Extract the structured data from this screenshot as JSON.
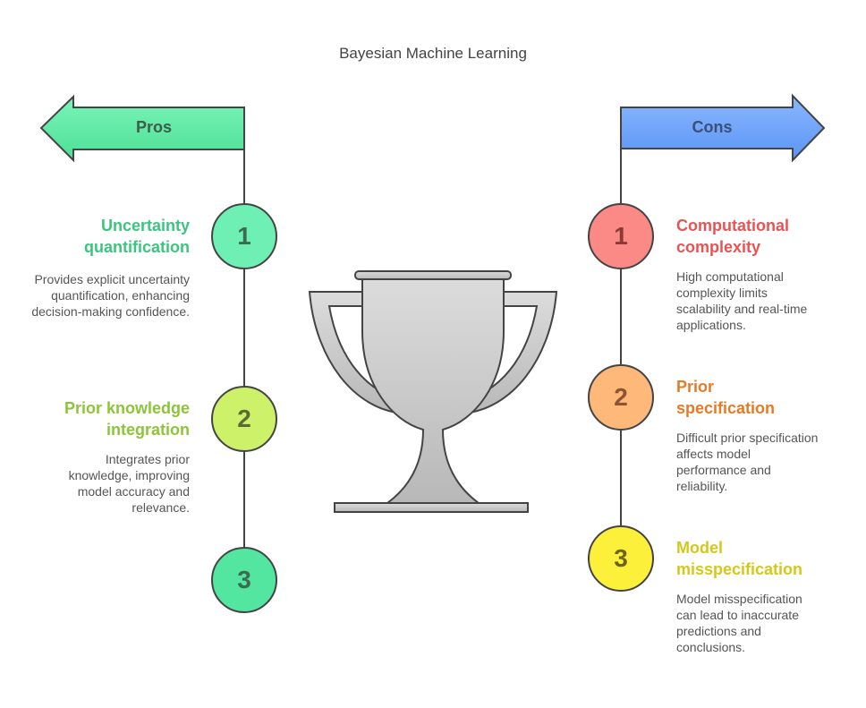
{
  "title": "Bayesian Machine Learning",
  "pros": {
    "label": "Pros",
    "items": [
      {
        "num": "1",
        "title": "Uncertainty quantification",
        "desc": "Provides explicit uncertainty quantification, enhancing decision-making confidence.",
        "color": "#3ec47e",
        "fill": "#6ef0b4"
      },
      {
        "num": "2",
        "title": "Prior knowledge integration",
        "desc": "Integrates prior knowledge, improving model accuracy and relevance.",
        "color": "#8cc43a",
        "fill": "#cdf26a"
      },
      {
        "num": "3",
        "fill": "#52e6a0"
      }
    ]
  },
  "cons": {
    "label": "Cons",
    "items": [
      {
        "num": "1",
        "title": "Computational complexity",
        "desc": "High computational complexity limits scalability and real-time applications.",
        "color": "#e85454",
        "fill": "#fb8a86"
      },
      {
        "num": "2",
        "title": "Prior specification",
        "desc": "Difficult prior specification affects model performance and reliability.",
        "color": "#e47b27",
        "fill": "#fdb87a"
      },
      {
        "num": "3",
        "title": "Model misspecification",
        "desc": "Model misspecification can lead to inaccurate predictions and conclusions.",
        "color": "#d6c71c",
        "fill": "#fdf03a"
      }
    ]
  }
}
